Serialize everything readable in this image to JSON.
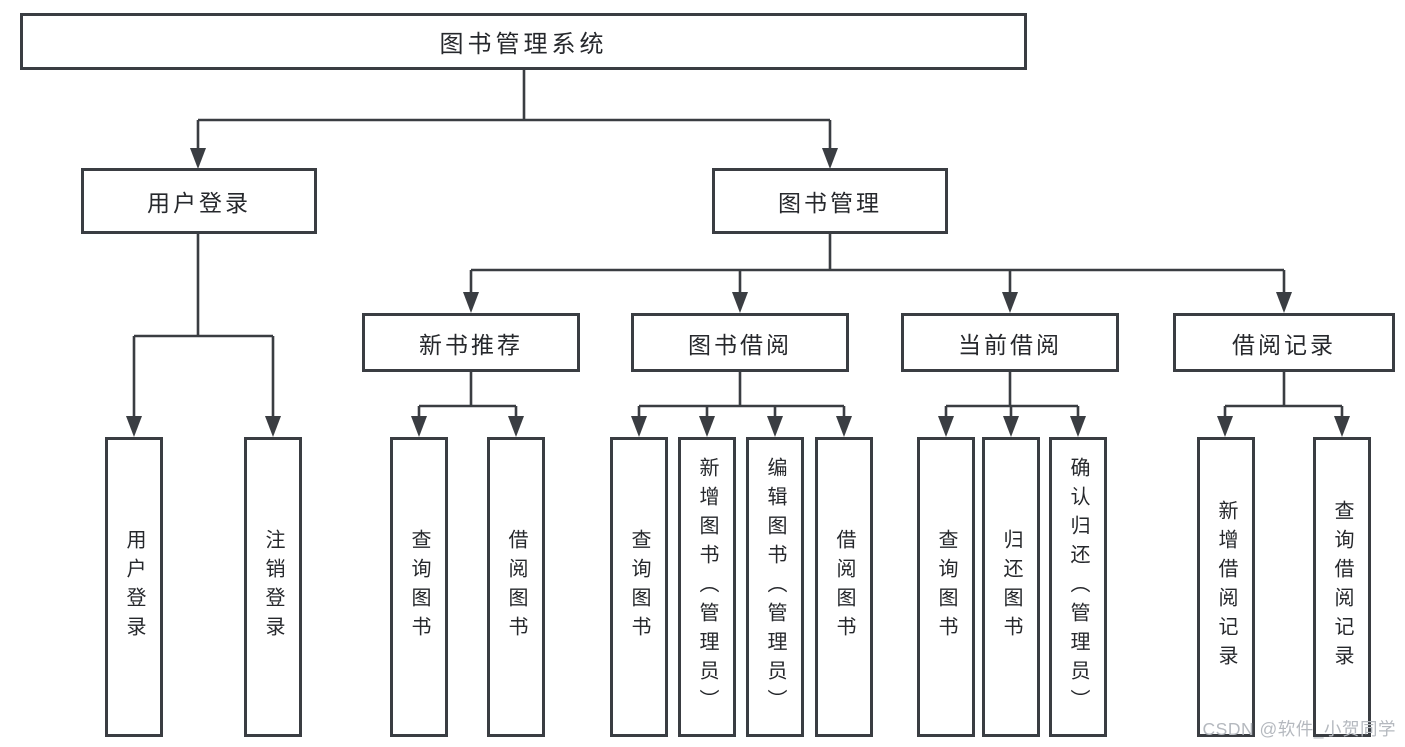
{
  "diagram_title": "图书管理系统",
  "nodes": {
    "root": "图书管理系统",
    "user_login": "用户登录",
    "book_mgmt": "图书管理",
    "new_book_rec": "新书推荐",
    "book_borrow": "图书借阅",
    "current_borrow": "当前借阅",
    "borrow_records": "借阅记录",
    "leaf_user_login": "用户登录",
    "leaf_logout": "注销登录",
    "leaf_query_books_1": "查询图书",
    "leaf_borrow_books_1": "借阅图书",
    "leaf_query_books_2": "查询图书",
    "leaf_add_book_admin": "新增图书（管理员）",
    "leaf_edit_book_admin": "编辑图书（管理员）",
    "leaf_borrow_books_2": "借阅图书",
    "leaf_query_books_3": "查询图书",
    "leaf_return_book": "归还图书",
    "leaf_confirm_return_admin": "确认归还（管理员）",
    "leaf_add_borrow_record": "新增借阅记录",
    "leaf_query_borrow_record": "查询借阅记录"
  },
  "hierarchy": {
    "图书管理系统": {
      "用户登录": [
        "用户登录",
        "注销登录"
      ],
      "图书管理": {
        "新书推荐": [
          "查询图书",
          "借阅图书"
        ],
        "图书借阅": [
          "查询图书",
          "新增图书（管理员）",
          "编辑图书（管理员）",
          "借阅图书"
        ],
        "当前借阅": [
          "查询图书",
          "归还图书",
          "确认归还（管理员）"
        ],
        "借阅记录": [
          "新增借阅记录",
          "查询借阅记录"
        ]
      }
    }
  },
  "watermark": "CSDN @软件_小贺同学",
  "colors": {
    "line": "#3a3d42",
    "text": "#26282c",
    "box_fill": "#ffffff",
    "watermark": "#b5b9bf",
    "background": "#ffffff"
  }
}
